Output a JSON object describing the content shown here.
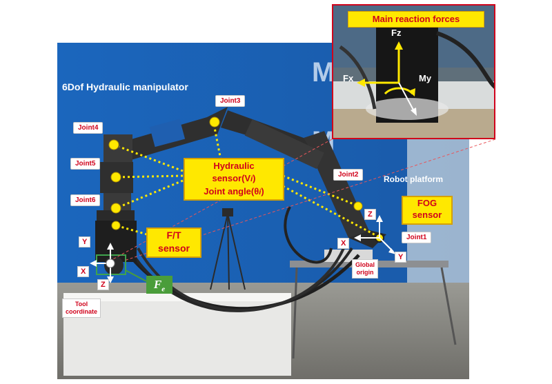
{
  "title": "6Dof Hydraulic manipulator",
  "joints": [
    "Joint1",
    "Joint2",
    "Joint3",
    "Joint4",
    "Joint5",
    "Joint6"
  ],
  "callouts": {
    "hydraulic_line1": "Hydraulic",
    "hydraulic_line2": "sensor(V",
    "hydraulic_sub": "i",
    "hydraulic_line3": "Joint angle(θ",
    "joint_angle_sub": "i",
    "ft_line1": "F/T",
    "ft_line2": "sensor",
    "fog_line1": "FOG",
    "fog_line2": "sensor",
    "fe_main": "F",
    "fe_sub": "e"
  },
  "robot_platform": "Robot platform",
  "inset": {
    "title": "Main reaction forces",
    "fz": "Fz",
    "fx": "Fx",
    "my": "My"
  },
  "tool_axes": {
    "y": "Y",
    "x": "X",
    "z": "Z"
  },
  "global_axes": {
    "z": "Z",
    "x": "X",
    "y": "Y"
  },
  "tool_coordinate_line1": "Tool",
  "tool_coordinate_line2": "coordinate",
  "global_origin_line1": "Global",
  "global_origin_line2": "origin",
  "colors": {
    "banner_blue": "#1a62b8",
    "callout_yellow": "#ffe800",
    "label_red": "#d0021b",
    "fe_green": "#4a9d3a"
  }
}
